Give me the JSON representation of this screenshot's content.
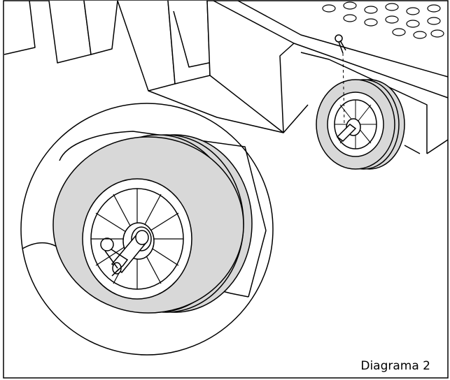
{
  "figure": {
    "caption": "Diagrama 2"
  },
  "colors": {
    "line": "#000000",
    "tire": "#d8d8d8",
    "background": "#ffffff"
  },
  "parts": [
    "cart-body",
    "wheel-small",
    "wheel-detail-magnified",
    "axle-pin",
    "hairpin-cotter-pin"
  ]
}
